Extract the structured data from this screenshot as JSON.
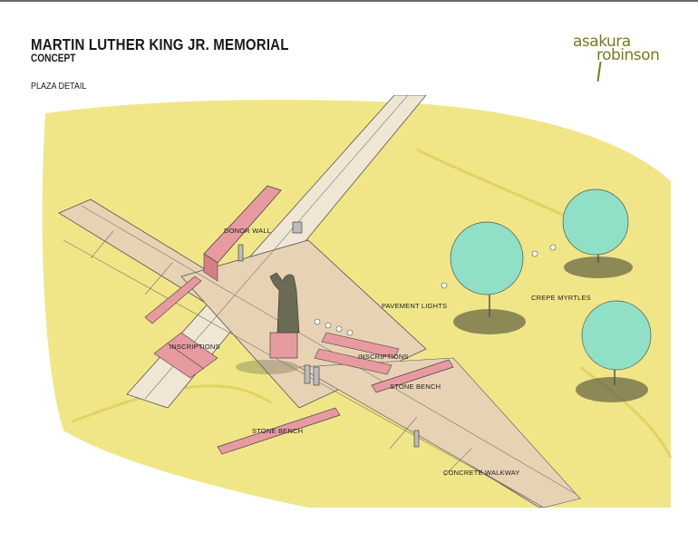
{
  "header": {
    "title": "MARTIN LUTHER KING JR. MEMORIAL",
    "subtitle": "CONCEPT",
    "section": "PLAZA DETAIL"
  },
  "logo": {
    "line1": "asakura",
    "line2": "robinson",
    "color": "#7a7a1e"
  },
  "labels": {
    "donor_wall": "DONOR WALL",
    "inscriptions_left": "INSCRIPTIONS",
    "inscriptions_right": "INSCRIPTIONS",
    "pavement_lights": "PAVEMENT LIGHTS",
    "crepe_myrtles": "CREPE MYRTLES",
    "stone_bench_right": "STONE BENCH",
    "stone_bench_left": "STONE BENCH",
    "concrete_walkway": "CONCRETE WALKWAY"
  },
  "colors": {
    "lawn": "#eee37a",
    "paving": "#e7d2b4",
    "walkway": "#f0e6d4",
    "wall": "#e79aa0",
    "tree": "#8fe0c6",
    "shadow": "#6b6a45",
    "ink": "#333333"
  }
}
